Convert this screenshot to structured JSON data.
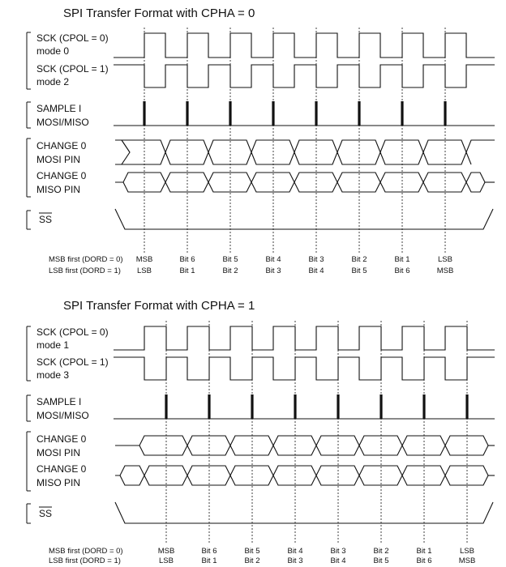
{
  "panels": [
    {
      "title": "SPI Transfer Format with CPHA = 0",
      "sck_cpol0_label": "SCK (CPOL = 0)",
      "sck_cpol0_mode": "mode 0",
      "sck_cpol1_label": "SCK (CPOL = 1)",
      "sck_cpol1_mode": "mode 2",
      "sample_label": "SAMPLE I",
      "sample_sub": "MOSI/MISO",
      "mosi_label": "CHANGE 0",
      "mosi_sub": "MOSI PIN",
      "miso_label": "CHANGE 0",
      "miso_sub": "MISO PIN",
      "ss_label": "SS",
      "msb_row_label": "MSB first (DORD = 0)",
      "lsb_row_label": "LSB first (DORD = 1)",
      "msb_bits": [
        "MSB",
        "Bit 6",
        "Bit 5",
        "Bit 4",
        "Bit 3",
        "Bit 2",
        "Bit 1",
        "LSB"
      ],
      "lsb_bits": [
        "LSB",
        "Bit 1",
        "Bit 2",
        "Bit 3",
        "Bit 4",
        "Bit 5",
        "Bit 6",
        "MSB"
      ]
    },
    {
      "title": "SPI Transfer Format with CPHA = 1",
      "sck_cpol0_label": "SCK (CPOL = 0)",
      "sck_cpol0_mode": "mode 1",
      "sck_cpol1_label": "SCK (CPOL = 1)",
      "sck_cpol1_mode": "mode 3",
      "sample_label": "SAMPLE I",
      "sample_sub": "MOSI/MISO",
      "mosi_label": "CHANGE 0",
      "mosi_sub": "MOSI PIN",
      "miso_label": "CHANGE 0",
      "miso_sub": "MISO PIN",
      "ss_label": "SS",
      "msb_row_label": "MSB first (DORD = 0)",
      "lsb_row_label": "LSB first (DORD = 1)",
      "msb_bits": [
        "MSB",
        "Bit 6",
        "Bit 5",
        "Bit 4",
        "Bit 3",
        "Bit 2",
        "Bit 1",
        "LSB"
      ],
      "lsb_bits": [
        "LSB",
        "Bit 1",
        "Bit 2",
        "Bit 3",
        "Bit 4",
        "Bit 5",
        "Bit 6",
        "MSB"
      ]
    }
  ]
}
